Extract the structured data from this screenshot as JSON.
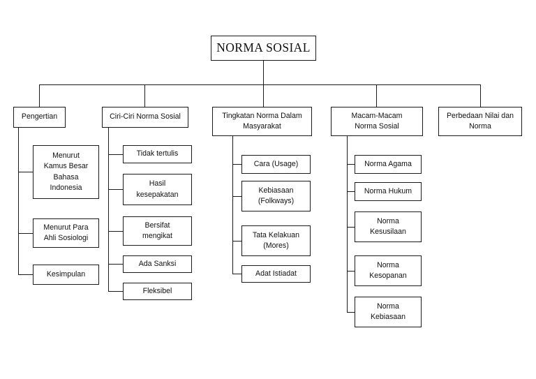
{
  "diagram": {
    "type": "hierarchical-tree",
    "title": "NORMA SOSIAL",
    "root": {
      "label": "NORMA SOSIAL"
    },
    "branches": [
      {
        "id": "pengertian",
        "label": "Pengertian",
        "children": [
          {
            "label": "Menurut\nKamus Besar\nBahasa\nIndonesia"
          },
          {
            "label": "Menurut Para\nAhli Sosiologi"
          },
          {
            "label": "Kesimpulan"
          }
        ]
      },
      {
        "id": "ciri-ciri",
        "label": "Ciri-Ciri Norma Sosial",
        "children": [
          {
            "label": "Tidak tertulis"
          },
          {
            "label": "Hasil\nkesepakatan"
          },
          {
            "label": "Bersifat\nmengikat"
          },
          {
            "label": "Ada Sanksi"
          },
          {
            "label": "Fleksibel"
          }
        ]
      },
      {
        "id": "tingkatan",
        "label": "Tingkatan Norma Dalam\nMasyarakat",
        "children": [
          {
            "label": "Cara (Usage)"
          },
          {
            "label": "Kebiasaan\n(Folkways)"
          },
          {
            "label": "Tata Kelakuan\n(Mores)"
          },
          {
            "label": "Adat Istiadat"
          }
        ]
      },
      {
        "id": "macam-macam",
        "label": "Macam-Macam\nNorma Sosial",
        "children": [
          {
            "label": "Norma Agama"
          },
          {
            "label": "Norma Hukum"
          },
          {
            "label": "Norma\nKesusilaan"
          },
          {
            "label": "Norma\nKesopanan"
          },
          {
            "label": "Norma\nKebiasaan"
          }
        ]
      },
      {
        "id": "perbedaan",
        "label": "Perbedaan Nilai dan\nNorma",
        "children": []
      }
    ],
    "colors": {
      "stroke": "#1a1a1a",
      "background": "#ffffff",
      "text": "#101010"
    }
  }
}
